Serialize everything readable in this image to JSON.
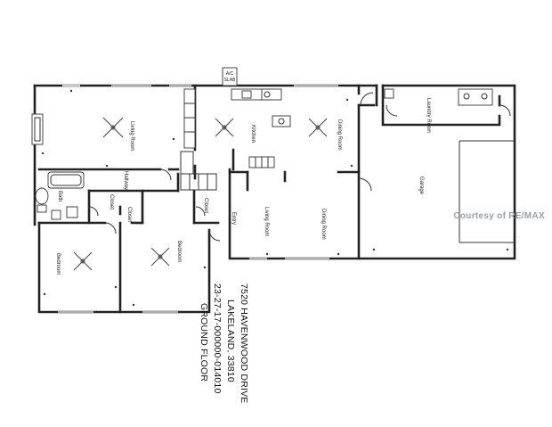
{
  "rooms": {
    "living_room_left": "Living Room",
    "kitchen": "Kitchen",
    "dining_room_top": "Dining Room",
    "laundry_room": "Laundry Room",
    "garage": "Garage",
    "bath": "Bath",
    "hallway": "Hallway",
    "closet_1": "Closet",
    "closet_2": "Closet",
    "closet_3": "Closet",
    "entry": "Entry",
    "living_room_center": "Living Room",
    "dining_room_center": "Dining Room",
    "bedroom_left": "Bedroom",
    "bedroom_right": "Bedroom"
  },
  "ac_slab": {
    "line1": "A/C",
    "line2": "SLAB"
  },
  "info": {
    "address": "7520 HAVENWOOD DRIVE",
    "city": "LAKELAND, 33810",
    "parcel": "23-27-17-000000-014010",
    "floor": "GROUND FLOOR"
  },
  "watermark": "Courtesy of RE/MAX"
}
